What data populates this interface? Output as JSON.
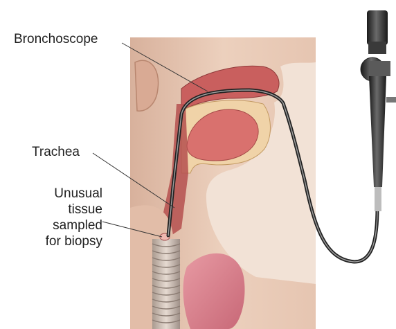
{
  "labels": {
    "bronchoscope": "Bronchoscope",
    "trachea": "Trachea",
    "tissue": [
      "Unusual",
      "tissue",
      "sampled",
      "for biopsy"
    ]
  },
  "colors": {
    "skin": "#e8c6b0",
    "skin_shadow": "#c99a86",
    "tissue": "#e3908a",
    "tongue": "#d9716e",
    "scope_tube": "#3c3c3c",
    "scope_body": "#2a2a2a",
    "trachea_rings": "#cdbfb4"
  },
  "icons": [
    "bronchoscope-device-icon"
  ]
}
